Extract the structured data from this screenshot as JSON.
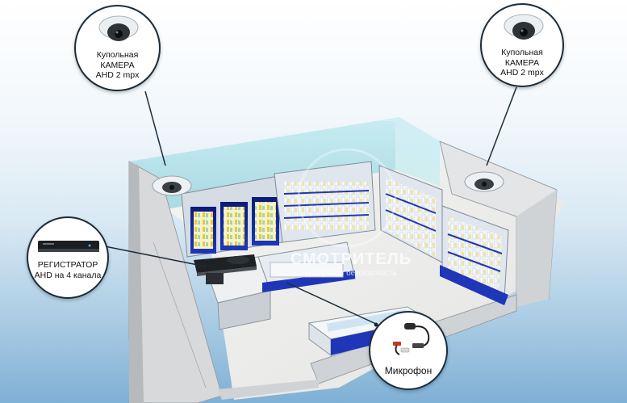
{
  "callouts": {
    "camera_left": {
      "lines": [
        "Купольная",
        "КАМЕРА",
        "AHD 2 mpx"
      ]
    },
    "camera_right": {
      "lines": [
        "Купольная",
        "КАМЕРА",
        "AHD 2 mpx"
      ]
    },
    "recorder": {
      "lines": [
        "РЕГИСТРАТОР",
        "AHD на 4 канала"
      ]
    },
    "microphone": {
      "lines": [
        "Микрофон"
      ]
    }
  },
  "watermark": {
    "brand": "СМОТРИТЕЛЬ",
    "tagline": "доступная безопасность"
  }
}
